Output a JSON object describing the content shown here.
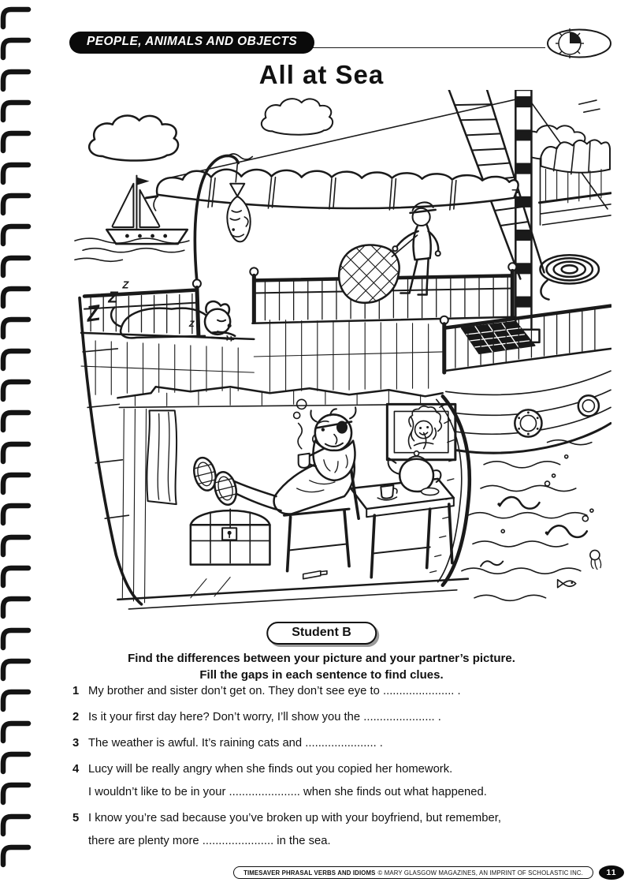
{
  "header": {
    "category": "PEOPLE, ANIMALS AND OBJECTS",
    "title": "All at Sea"
  },
  "icons": {
    "timer": "clock-icon",
    "binding": "spiral-binding-icon"
  },
  "illustration": {
    "description": "Cartoon pirate ship at sea: sleeping dog on upper deck, sailor hauling a net, hanging fish, rope coil, and a cut-away cabin with a pirate captain smoking a pipe, boots on a chest, teapot on table, portrait on wall, eels in the sea",
    "snore_z": "Z"
  },
  "activity": {
    "student_label": "Student B",
    "instructions_line1": "Find the differences between your picture and your partner’s picture.",
    "instructions_line2": "Fill the gaps in each sentence to find clues.",
    "questions": [
      {
        "num": "1",
        "lines": [
          "My brother and sister don’t get on. They don’t see eye to ...................... ."
        ]
      },
      {
        "num": "2",
        "lines": [
          "Is it your first day here?  Don’t worry, I’ll show you the ...................... ."
        ]
      },
      {
        "num": "3",
        "lines": [
          "The weather is awful. It’s raining cats and ...................... ."
        ]
      },
      {
        "num": "4",
        "lines": [
          "Lucy will be really angry when she finds out you copied her homework.",
          "I wouldn’t like to be in your ...................... when she finds out what happened."
        ]
      },
      {
        "num": "5",
        "lines": [
          "I know you’re sad because you’ve broken up with your boyfriend, but remember,",
          "there are plenty more ...................... in the sea."
        ]
      }
    ]
  },
  "footer": {
    "series": "TIMESAVER PHRASAL VERBS AND IDIOMS",
    "credit": "© MARY GLASGOW MAGAZINES, AN IMPRINT OF SCHOLASTIC INC.",
    "page_number": "11"
  }
}
